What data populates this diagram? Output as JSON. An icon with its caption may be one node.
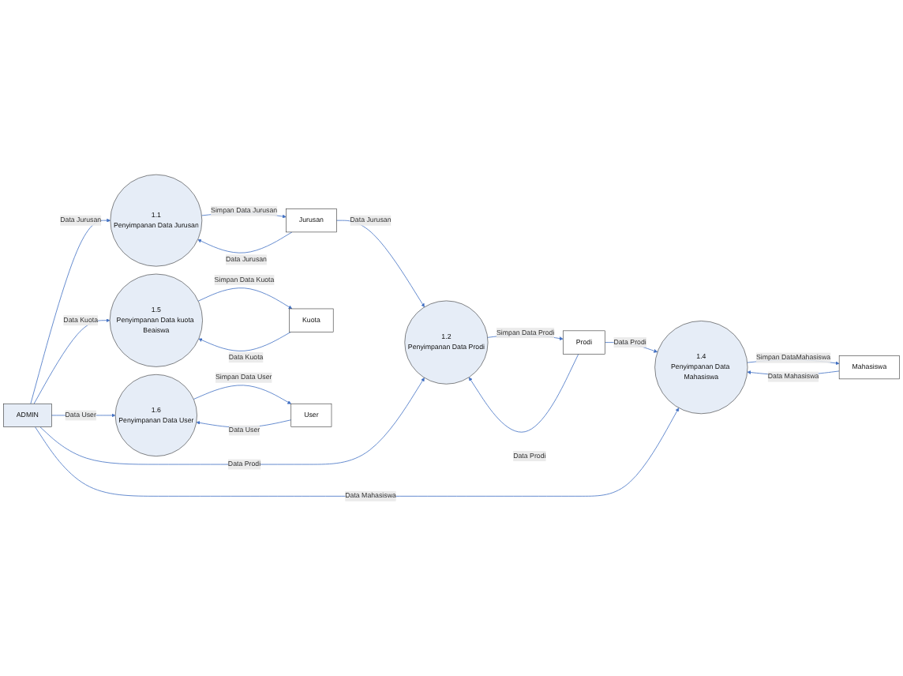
{
  "diagram": {
    "nodes": [
      {
        "text": [
          "1.1",
          "Penyimpanan Data Jurusan"
        ]
      },
      {
        "text": [
          "Jurusan"
        ]
      },
      {
        "text": [
          "1.2",
          "Penyimpanan Data Prodi"
        ]
      },
      {
        "text": [
          "Prodi"
        ]
      },
      {
        "text": [
          "ADMIN"
        ]
      },
      {
        "text": [
          "1.4",
          "Penyimpanan Data Mahasiswa"
        ]
      },
      {
        "text": [
          "Mahasiswa"
        ]
      },
      {
        "text": [
          "1.5",
          "Penyimpanan Data kuota Beaiswa"
        ]
      },
      {
        "text": [
          "Kuota"
        ]
      },
      {
        "text": [
          "1.6",
          "Penyimpanan Data User"
        ]
      },
      {
        "text": [
          "User"
        ]
      }
    ],
    "edges": [
      {
        "from": 4,
        "to": 0,
        "arrow": "to",
        "label": "Data Jurusan"
      },
      {
        "from": 0,
        "to": 1,
        "arrow": "to",
        "label": "Simpan Data Jurusan"
      },
      {
        "from": 1,
        "to": 0,
        "arrow": "to",
        "label": "Data Jurusan"
      },
      {
        "from": 1,
        "to": 2,
        "arrow": "to",
        "label": "Data Jurusan"
      },
      {
        "from": 4,
        "to": 2,
        "arrow": "to",
        "label": "Data Prodi"
      },
      {
        "from": 2,
        "to": 3,
        "arrow": "to",
        "label": "Simpan Data Prodi"
      },
      {
        "from": 3,
        "to": 2,
        "arrow": "to",
        "label": "Data Prodi"
      },
      {
        "from": 3,
        "to": 5,
        "arrow": "to",
        "label": "Data Prodi"
      },
      {
        "from": 4,
        "to": 5,
        "arrow": "to",
        "label": "Data Mahasiswa"
      },
      {
        "from": 5,
        "to": 6,
        "arrow": "to",
        "label": "Simpan DataMahasiswa"
      },
      {
        "from": 6,
        "to": 5,
        "arrow": "to",
        "label": "Data Mahasiswa"
      },
      {
        "from": 4,
        "to": 7,
        "arrow": "to",
        "label": "Data Kuota"
      },
      {
        "from": 7,
        "to": 8,
        "arrow": "to",
        "label": "Simpan Data Kuota"
      },
      {
        "from": 8,
        "to": 7,
        "arrow": "to",
        "label": "Data Kuota"
      },
      {
        "from": 4,
        "to": 9,
        "arrow": "to",
        "label": "Data User"
      },
      {
        "from": 9,
        "to": 10,
        "arrow": "to",
        "label": "Simpan Data User"
      },
      {
        "from": 10,
        "to": 9,
        "arrow": "to",
        "label": "Data User"
      }
    ]
  }
}
